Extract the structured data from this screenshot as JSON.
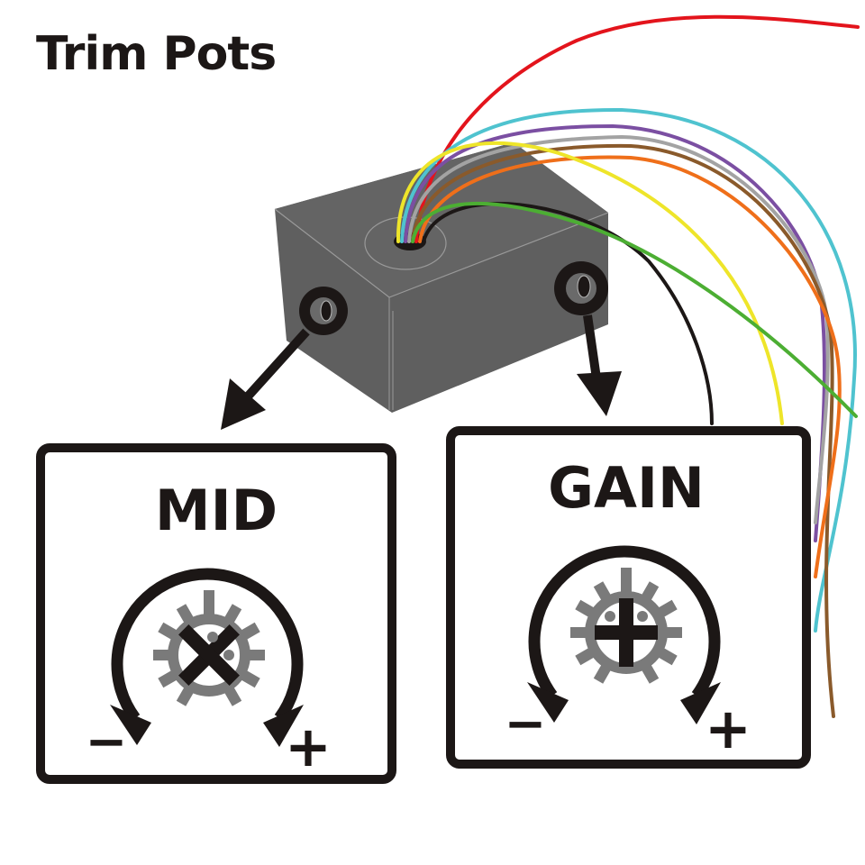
{
  "title": "Trim Pots",
  "device": {
    "name": "pedal-enclosure",
    "knobs": [
      "MID",
      "GAIN"
    ]
  },
  "wires": [
    {
      "color_name": "red",
      "color": "#e3141c"
    },
    {
      "color_name": "cyan",
      "color": "#4fc3cf"
    },
    {
      "color_name": "purple",
      "color": "#7b4fa2"
    },
    {
      "color_name": "gray",
      "color": "#a3a3a3"
    },
    {
      "color_name": "brown",
      "color": "#8a5a2b"
    },
    {
      "color_name": "orange",
      "color": "#ef6f1a"
    },
    {
      "color_name": "yellow",
      "color": "#eee52a"
    },
    {
      "color_name": "black",
      "color": "#1c1716"
    },
    {
      "color_name": "green",
      "color": "#4cae33"
    }
  ],
  "panels": [
    {
      "id": "mid",
      "label": "MID",
      "minus": "−",
      "plus": "+",
      "screw": "x"
    },
    {
      "id": "gain",
      "label": "GAIN",
      "minus": "−",
      "plus": "+",
      "screw": "plus"
    }
  ],
  "colors": {
    "ink": "#1c1716",
    "box": "#5f5f5f",
    "gear": "#7a7a7a"
  }
}
